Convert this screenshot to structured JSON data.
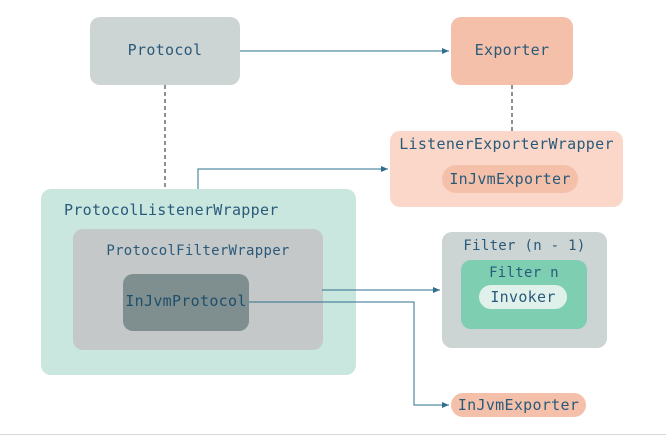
{
  "diagram": {
    "protocol": "Protocol",
    "exporter": "Exporter",
    "listener_exporter_wrapper": "ListenerExporterWrapper",
    "injvm_exporter_inner": "InJvmExporter",
    "protocol_listener_wrapper": "ProtocolListenerWrapper",
    "protocol_filter_wrapper": "ProtocolFilterWrapper",
    "injvm_protocol": "InJvmProtocol",
    "filter_outer": "Filter (n - 1)",
    "filter_inner": "Filter n",
    "invoker": "Invoker",
    "injvm_exporter_bottom": "InJvmExporter"
  },
  "colors": {
    "gray_box": "#cdd4d4",
    "salmon_box": "#f4c0aa",
    "salmon_light": "#fad7c9",
    "mint_box": "#c9e6df",
    "gray_mid": "#c4c8c8",
    "slate_box": "#7f8f8f",
    "teal_box": "#7ecfb2",
    "invoker_bg": "#dff1ea",
    "line": "#2e6f8e",
    "text": "#2a5a7a"
  }
}
